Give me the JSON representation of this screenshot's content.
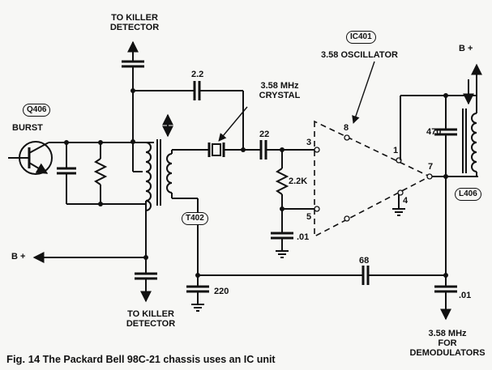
{
  "labels": {
    "killer_top": "TO KILLER\nDETECTOR",
    "killer_bottom": "TO KILLER\nDETECTOR",
    "burst": "BURST",
    "bplus_left": "B +",
    "bplus_right": "B +",
    "ic_desc": "3.58 OSCILLATOR",
    "crystal": "3.58 MHz\nCRYSTAL",
    "demod": "3.58 MHz\nFOR\nDEMODULATORS"
  },
  "tags": {
    "q406": "Q406",
    "ic401": "IC401",
    "t402": "T402",
    "l406": "L406"
  },
  "values": {
    "c_top": "2.2",
    "c_22": "22",
    "r_22k": "2.2K",
    "c_01_left": ".01",
    "c_470": "470",
    "c_68": "68",
    "c_220": "220",
    "c_01_right": ".01"
  },
  "pins": {
    "p1": "1",
    "p3": "3",
    "p4": "4",
    "p5": "5",
    "p7": "7",
    "p8": "8"
  },
  "caption": {
    "fig": "Fig. 14",
    "text": "The Packard Bell 98C-21 chassis uses an IC unit"
  }
}
